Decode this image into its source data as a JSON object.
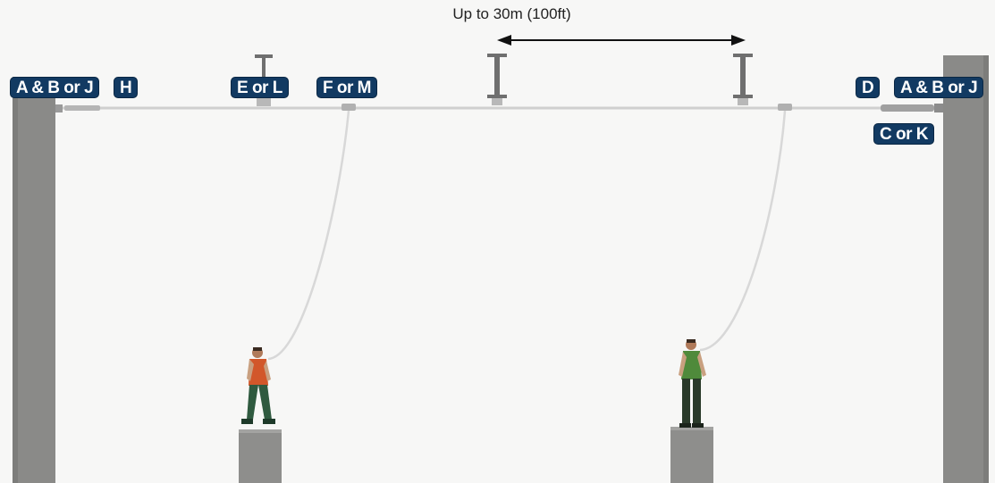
{
  "span_annotation": "Up to 30m (100ft)",
  "labels": {
    "left_anchor": "A & B or J",
    "left_h": "H",
    "intermediate_e": "E or L",
    "traveller_f": "F or M",
    "right_d": "D",
    "right_anchor": "A & B or J",
    "right_c": "C or K"
  },
  "colors": {
    "label_bg": "#123a62",
    "label_text": "#ffffff",
    "column": "#8a8a88",
    "platform": "#8e8e8c",
    "cable": "#c9c9c9",
    "bracket": "#6f6f6f",
    "worker_shirt_left": "#d2572a",
    "worker_shirt_right": "#4f8a3b",
    "worker_pants": "#2f5a3f"
  }
}
